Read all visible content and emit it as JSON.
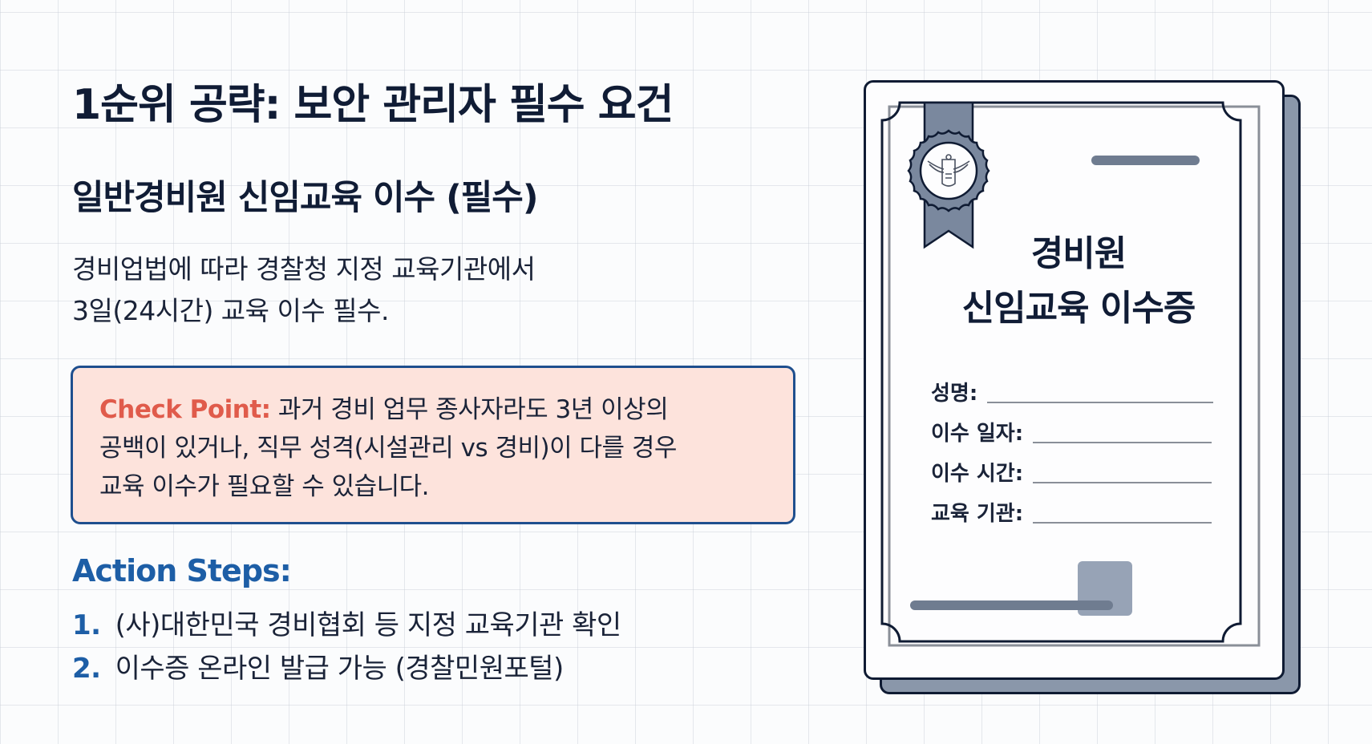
{
  "heading": {
    "title": "1순위 공략: 보안 관리자 필수 요건",
    "subtitle": "일반경비원 신임교육 이수 (필수)"
  },
  "description": {
    "lines": [
      "경비업법에 따라 경찰청 지정 교육기관에서",
      "3일(24시간) 교육 이수 필수."
    ]
  },
  "callout": {
    "label": "Check Point:",
    "lines": [
      " 과거 경비 업무 종사자라도 3년 이상의",
      "공백이 있거나, 직무 성격(시설관리 vs 경비)이 다를 경우",
      "교육 이수가 필요할 수 있습니다."
    ],
    "colors": {
      "background": "#fde3dc",
      "border": "#1f4f8e",
      "label": "#e05b4b"
    }
  },
  "actions": {
    "title": "Action Steps:",
    "steps": [
      {
        "num": "1.",
        "text": "(사)대한민국 경비협회 등 지정 교육기관 확인"
      },
      {
        "num": "2.",
        "text": "이수증 온라인 발급 가능 (경찰민원포털)"
      }
    ],
    "accent": "#1d5ea6"
  },
  "certificate": {
    "title_line1": "경비원",
    "title_line2": "신임교육 이수증",
    "seal_icon": "police-emblem-seal",
    "fields": [
      {
        "label": "성명:"
      },
      {
        "label": "이수 일자:"
      },
      {
        "label": "이수 시간:"
      },
      {
        "label": "교육 기관:"
      }
    ],
    "colors": {
      "frame": "#0f1b33",
      "ribbon": "#7a889e",
      "shadow": "#8a97aa",
      "stamp": "#97a3b6"
    }
  }
}
